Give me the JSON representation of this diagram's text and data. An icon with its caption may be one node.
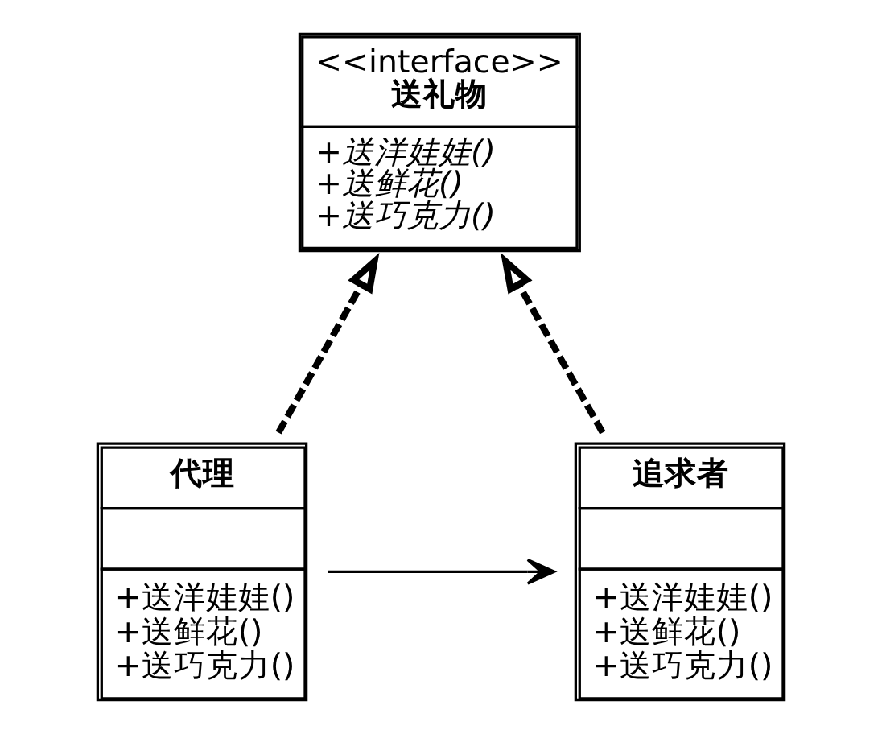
{
  "diagram": {
    "nodes": [
      {
        "text": [
          "<<interface>>",
          "送礼物",
          "+送洋娃娃()",
          "+送鲜花()",
          "+送巧克力()"
        ]
      },
      {
        "text": [
          "代理",
          "+送洋娃娃()",
          "+送鲜花()",
          "+送巧克力()"
        ]
      },
      {
        "text": [
          "追求者",
          "+送洋娃娃()",
          "+送鲜花()",
          "+送巧克力()"
        ]
      }
    ],
    "edges": [
      {
        "from": 1,
        "to": 0,
        "arrow": "to",
        "style": "dashed"
      },
      {
        "from": 2,
        "to": 0,
        "arrow": "to",
        "style": "dashed"
      },
      {
        "from": 1,
        "to": 2,
        "arrow": "to"
      }
    ]
  }
}
